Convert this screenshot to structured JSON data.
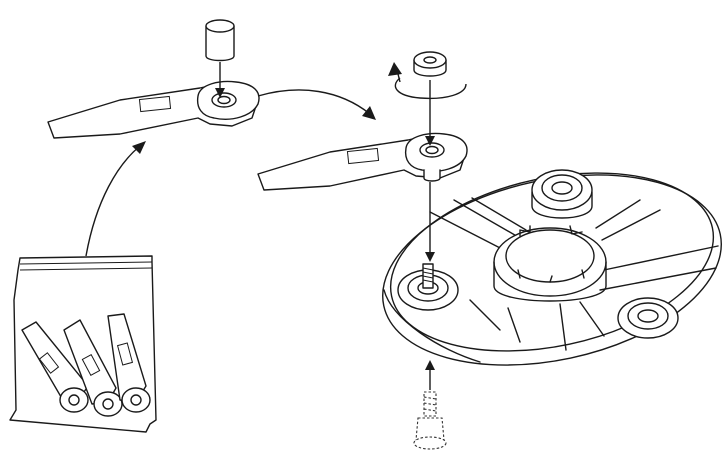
{
  "figure": {
    "kind": "exploded-assembly-illustration",
    "line_color": "#1a1a1a",
    "background": "#ffffff",
    "parts": [
      {
        "name": "spare-blade-pack",
        "icon": "bag-icon",
        "count": 3
      },
      {
        "name": "cap",
        "icon": "cylinder-cap-icon"
      },
      {
        "name": "blade",
        "icon": "blade-icon"
      },
      {
        "name": "nut",
        "icon": "nut-icon"
      },
      {
        "name": "cutting-disc",
        "icon": "disc-icon"
      },
      {
        "name": "screw",
        "icon": "screw-icon"
      }
    ],
    "steps": [
      {
        "icon": "curved-arrow-icon",
        "meaning": "take-blade-from-pack"
      },
      {
        "icon": "down-arrow-icon",
        "meaning": "cap-onto-blade"
      },
      {
        "icon": "curved-arrow-icon",
        "meaning": "blade-to-disc"
      },
      {
        "icon": "rotate-arrow-icon",
        "meaning": "unscrew-nut"
      },
      {
        "icon": "up-arrow-icon",
        "meaning": "screw-through-disc"
      }
    ]
  }
}
